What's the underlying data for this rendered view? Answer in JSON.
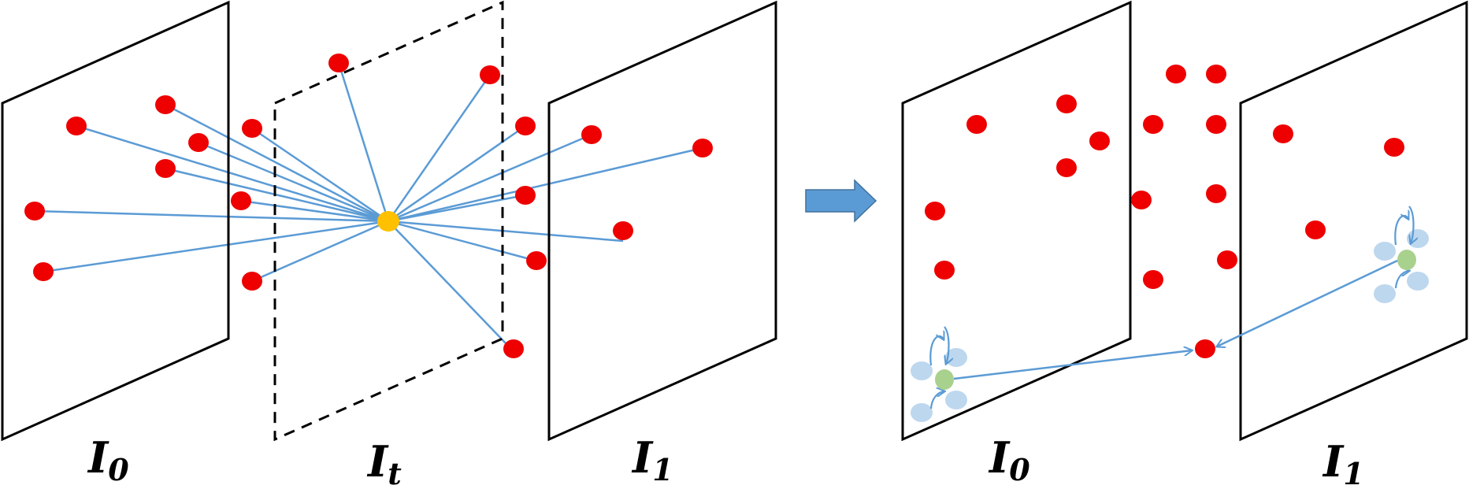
{
  "colors": {
    "frame_stroke": "#000000",
    "point_red": "#ee0000",
    "point_orange": "#ffc000",
    "line_blue": "#5b9bd5",
    "arrow_fill": "#5b9bd5",
    "node_green": "#a9d18e",
    "node_light_blue": "#bdd7ee"
  },
  "left_panel": {
    "frames": [
      {
        "main": "I",
        "sub": "0"
      },
      {
        "main": "I",
        "sub": "t"
      },
      {
        "main": "I",
        "sub": "1"
      }
    ]
  },
  "right_panel": {
    "frames": [
      {
        "main": "I",
        "sub": "0"
      },
      {
        "main": "I",
        "sub": "1"
      }
    ]
  }
}
